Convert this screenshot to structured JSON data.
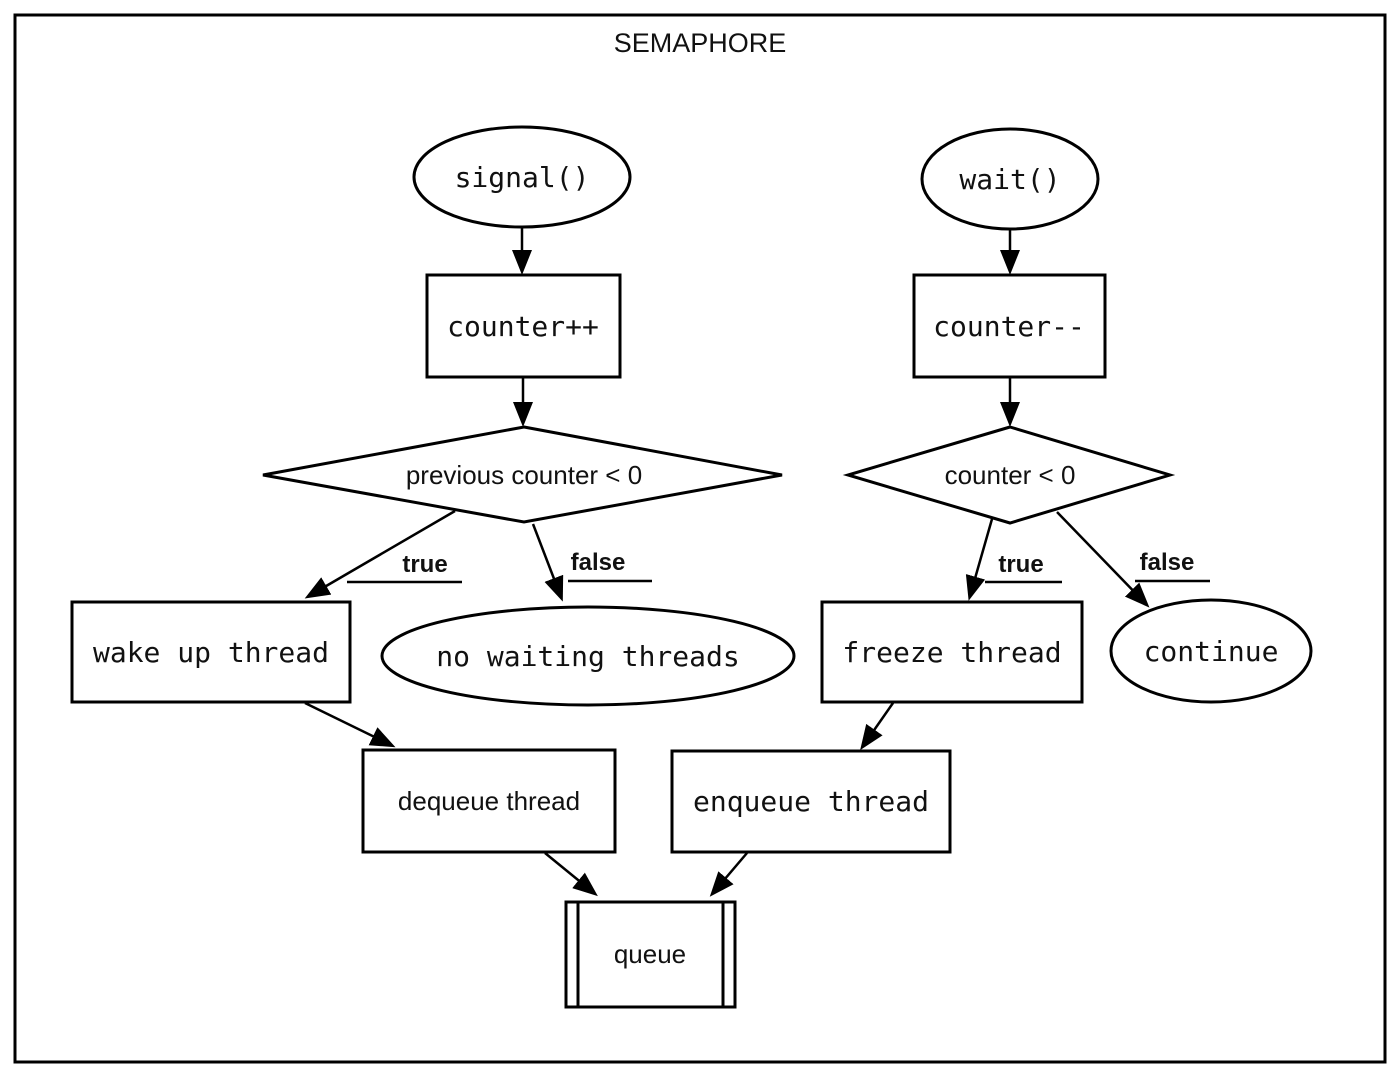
{
  "title": "SEMAPHORE",
  "colors": {
    "line": "#000000",
    "text": "#111111",
    "background": "#ffffff"
  },
  "nodes": {
    "signal": {
      "label": "signal()",
      "shape": "ellipse"
    },
    "counterInc": {
      "label": "counter++",
      "shape": "rect"
    },
    "prevCounterCheck": {
      "label": "previous counter < 0",
      "shape": "diamond"
    },
    "wakeUpThread": {
      "label": "wake up thread",
      "shape": "rect"
    },
    "noWaitingThreads": {
      "label": "no waiting threads",
      "shape": "ellipse"
    },
    "dequeueThread": {
      "label": "dequeue thread",
      "shape": "rect"
    },
    "wait": {
      "label": "wait()",
      "shape": "ellipse"
    },
    "counterDec": {
      "label": "counter--",
      "shape": "rect"
    },
    "counterCheck": {
      "label": "counter < 0",
      "shape": "diamond"
    },
    "freezeThread": {
      "label": "freeze thread",
      "shape": "rect"
    },
    "continueNode": {
      "label": "continue",
      "shape": "ellipse"
    },
    "enqueueThread": {
      "label": "enqueue thread",
      "shape": "rect"
    },
    "queue": {
      "label": "queue",
      "shape": "predefined-process"
    }
  },
  "edge_labels": {
    "signal_true": "true",
    "signal_false": "false",
    "wait_true": "true",
    "wait_false": "false"
  },
  "edges": [
    {
      "from": "signal",
      "to": "counterInc"
    },
    {
      "from": "counterInc",
      "to": "prevCounterCheck"
    },
    {
      "from": "prevCounterCheck",
      "to": "wakeUpThread",
      "label": "true"
    },
    {
      "from": "prevCounterCheck",
      "to": "noWaitingThreads",
      "label": "false"
    },
    {
      "from": "wakeUpThread",
      "to": "dequeueThread"
    },
    {
      "from": "dequeueThread",
      "to": "queue"
    },
    {
      "from": "wait",
      "to": "counterDec"
    },
    {
      "from": "counterDec",
      "to": "counterCheck"
    },
    {
      "from": "counterCheck",
      "to": "freezeThread",
      "label": "true"
    },
    {
      "from": "counterCheck",
      "to": "continueNode",
      "label": "false"
    },
    {
      "from": "freezeThread",
      "to": "enqueueThread"
    },
    {
      "from": "enqueueThread",
      "to": "queue"
    }
  ]
}
